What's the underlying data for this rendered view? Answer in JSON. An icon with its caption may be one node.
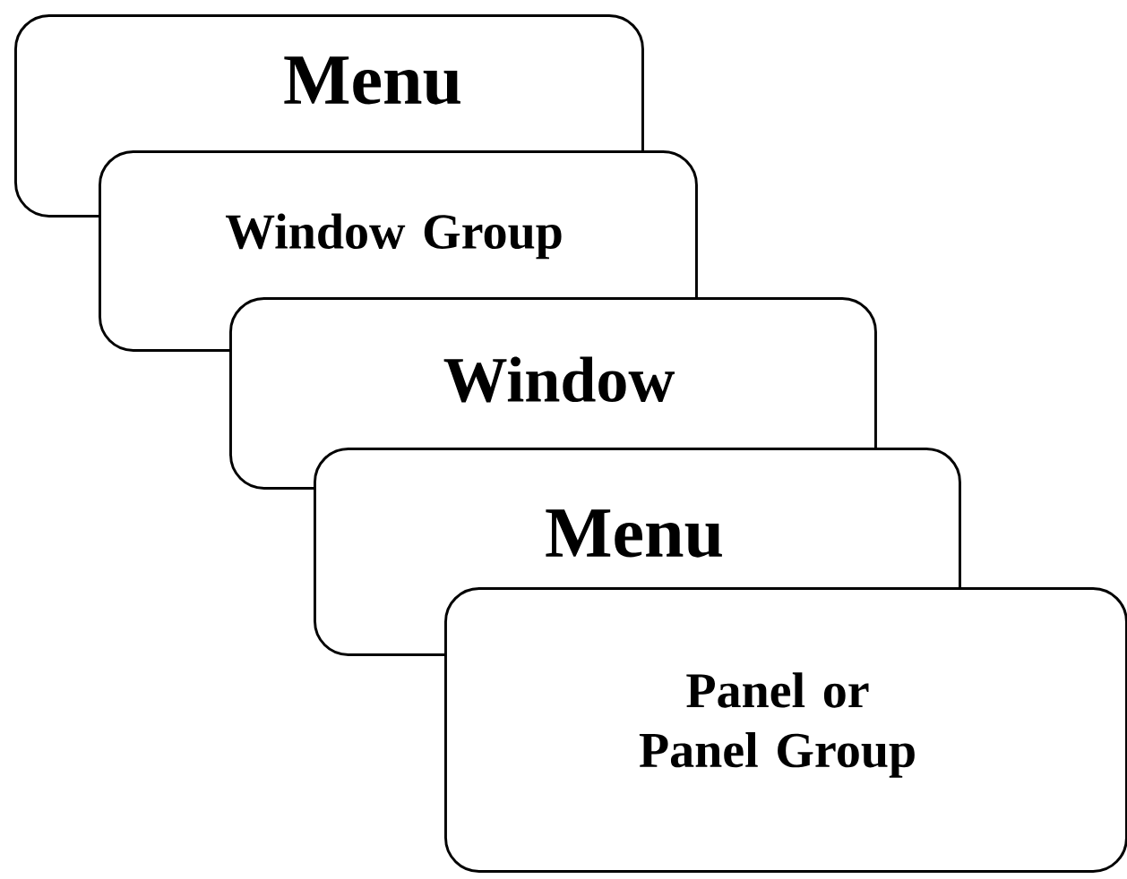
{
  "diagram": {
    "nodes": [
      {
        "text": [
          "Menu"
        ]
      },
      {
        "text": [
          "Window Group"
        ]
      },
      {
        "text": [
          "Window"
        ]
      },
      {
        "text": [
          "Menu"
        ]
      },
      {
        "text": [
          "Panel or Panel Group"
        ]
      }
    ]
  }
}
